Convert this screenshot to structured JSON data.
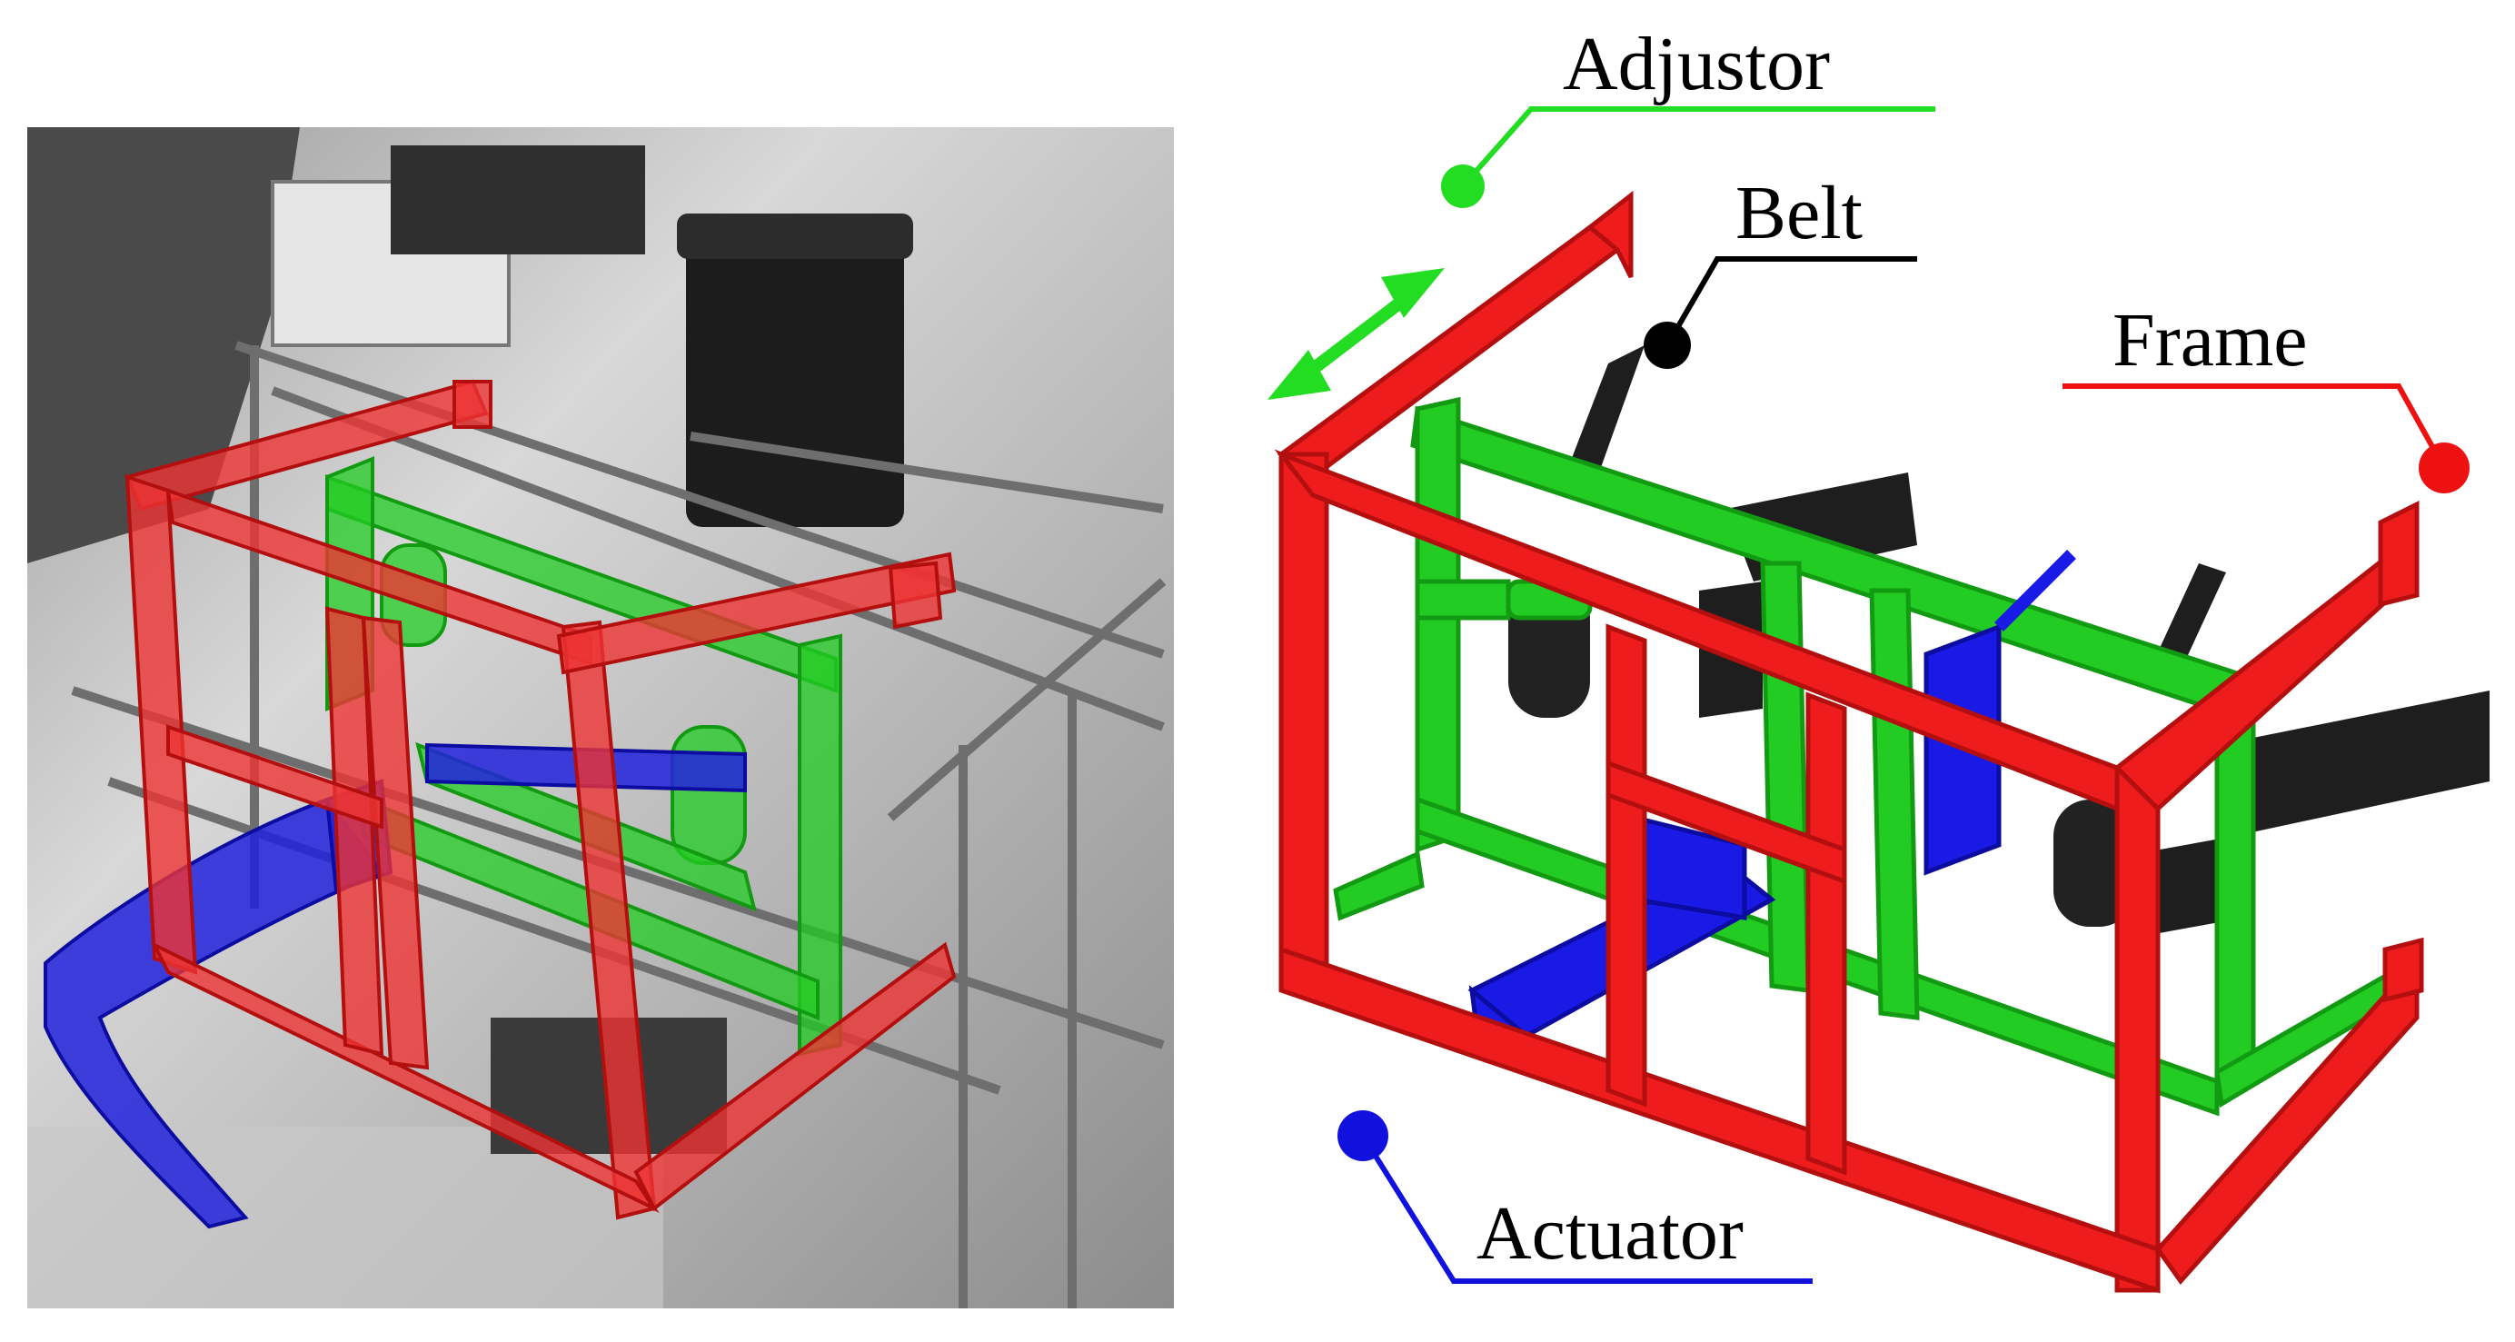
{
  "labels": {
    "adjustor": "Adjustor",
    "belt": "Belt",
    "frame": "Frame",
    "actuator": "Actuator"
  },
  "colors": {
    "frame": "#ee1c1c",
    "frame_dark": "#b40f0f",
    "adjustor": "#22cc22",
    "adjustor_dark": "#129a12",
    "actuator": "#1a1ae6",
    "actuator_dark": "#0c0ca0",
    "belt": "#1e1e1e",
    "leader_adjustor": "#22dd22",
    "leader_belt": "#000000",
    "leader_frame": "#ee1111",
    "leader_actuator": "#1111dd",
    "photo_bg": "#cfcfcf",
    "photo_dark": "#5a5a5a"
  },
  "icons": {
    "adjust_arrow": "double-arrow-icon"
  }
}
